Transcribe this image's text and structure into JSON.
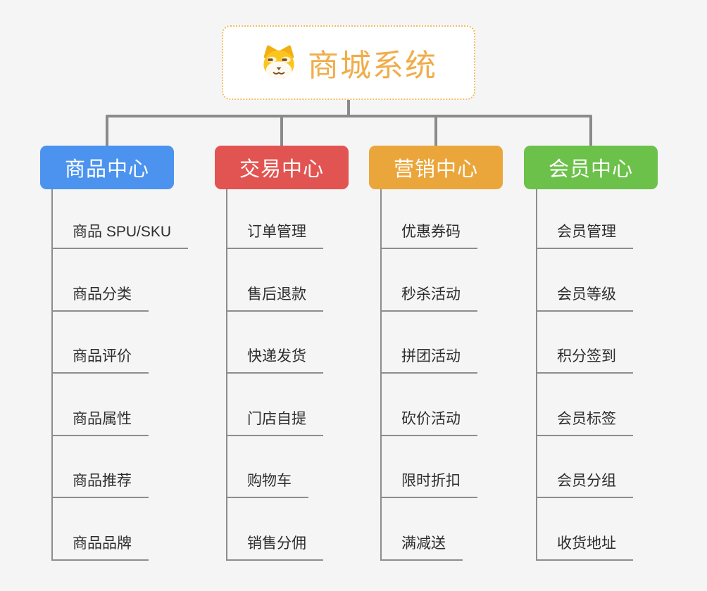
{
  "root": {
    "title": "商城系统",
    "icon": "shiba-dog-icon",
    "title_color": "#f0ad4a",
    "border_color": "#f2bc64"
  },
  "colors": {
    "background": "#f5f5f6",
    "connector": "#8a8a8a",
    "leaf_text": "#2d2d2d"
  },
  "branches": [
    {
      "label": "商品中心",
      "color": "#4b93ee",
      "items": [
        "商品 SPU/SKU",
        "商品分类",
        "商品评价",
        "商品属性",
        "商品推荐",
        "商品品牌"
      ]
    },
    {
      "label": "交易中心",
      "color": "#e25452",
      "items": [
        "订单管理",
        "售后退款",
        "快递发货",
        "门店自提",
        "购物车",
        "销售分佣"
      ]
    },
    {
      "label": "营销中心",
      "color": "#eba63b",
      "items": [
        "优惠券码",
        "秒杀活动",
        "拼团活动",
        "砍价活动",
        "限时折扣",
        "满减送"
      ]
    },
    {
      "label": "会员中心",
      "color": "#6cc14a",
      "items": [
        "会员管理",
        "会员等级",
        "积分签到",
        "会员标签",
        "会员分组",
        "收货地址"
      ]
    }
  ]
}
